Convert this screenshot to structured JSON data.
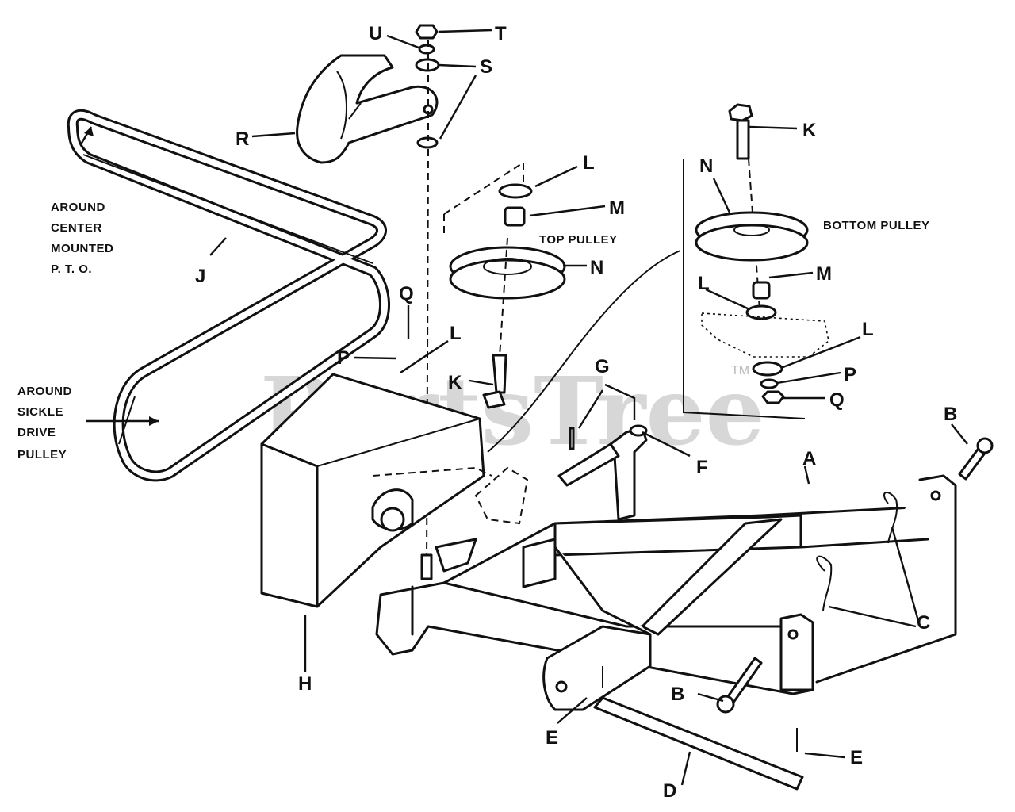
{
  "labels": {
    "A": "A",
    "B": "B",
    "C": "C",
    "D": "D",
    "E": "E",
    "F": "F",
    "G": "G",
    "H": "H",
    "J": "J",
    "K": "K",
    "L": "L",
    "M": "M",
    "N": "N",
    "P": "P",
    "Q": "Q",
    "R": "R",
    "S": "S",
    "T": "T",
    "U": "U"
  },
  "notes": {
    "pto": [
      "AROUND",
      "CENTER",
      "MOUNTED",
      "P. T. O."
    ],
    "sickle": [
      "AROUND",
      "SICKLE",
      "DRIVE",
      "PULLEY"
    ],
    "top_pulley": "TOP PULLEY",
    "bottom_pulley": "BOTTOM PULLEY"
  },
  "watermark": {
    "text": "PartsTree",
    "mark": "TM"
  }
}
